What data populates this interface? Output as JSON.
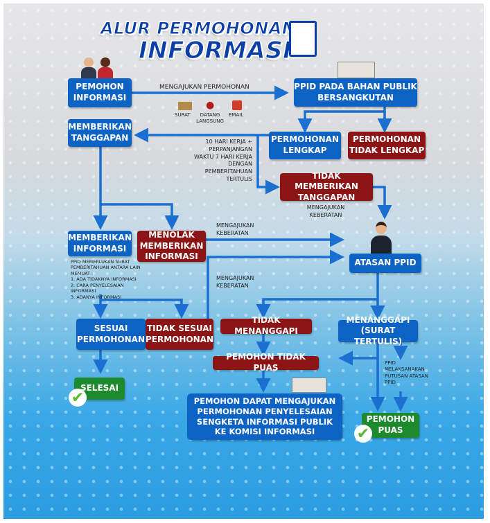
{
  "title": {
    "line1": "ALUR PERMOHONAN",
    "line2": "INFORMASI"
  },
  "nodes": {
    "pemohon_informasi": "PEMOHON INFORMASI",
    "ppid": "PPID PADA BAHAN PUBLIK BERSANGKUTAN",
    "memberikan_tanggapan": "MEMBERIKAN TANGGAPAN",
    "permohonan_lengkap": "PERMOHONAN LENGKAP",
    "permohonan_tidak_lengkap": "PERMOHONAN TIDAK LENGKAP",
    "tidak_memberikan_tanggapan": "TIDAK MEMBERIKAN TANGGAPAN",
    "memberikan_informasi": "MEMBERIKAN INFORMASI",
    "menolak": "MENOLAK MEMBERIKAN INFORMASI",
    "atasan_ppid": "ATASAN PPID",
    "sesuai": "SESUAI PERMOHONAN",
    "tidak_sesuai": "TIDAK SESUAI PERMOHONAN",
    "tidak_menanggapi": "TIDAK MENANGGAPI",
    "menanggapi": "MENANGGAPI (SURAT TERTULIS)",
    "tidak_puas": "PEMOHON TIDAK PUAS",
    "selesai": "SELESAI",
    "komisi": "PEMOHON DAPAT MENGAJUKAN PERMOHONAN PENYELESAIAN SENGKETA INFORMASI PUBLIK KE KOMISI INFORMASI",
    "puas": "PEMOHON PUAS"
  },
  "labels": {
    "mengajukan_permohonan": "MENGAJUKAN PERMOHONAN",
    "surat": "SURAT",
    "datang": "DATANG LANGSUNG",
    "email": "EMAIL",
    "waktu": "10 HARI KERJA + PERPANJANGAN WAKTU 7 HARI KERJA DENGAN PEMBERITAHUAN TERTULIS",
    "keberatan1": "MENGAJUKAN KEBERATAN",
    "keberatan2": "MENGAJUKAN KEBERATAN",
    "keberatan3": "MENGAJUKAN KEBERATAN",
    "ppid_note": "PPID MEMERLUKAN SURAT PEMBERITAHUAN ANTARA LAIN MEMUAT :",
    "note_items": [
      "1. ADA TIDAKNYA INFORMASI",
      "2. CARA PENYELESAIAN INFORMASI",
      "3. ADANYA INFORMASI"
    ],
    "melaksanakan": "PPID MELAKSANAKAN PUTUSAN ATASAN PPID"
  },
  "colors": {
    "blue": "#0d63c4",
    "red": "#8c1414",
    "green": "#1d8a2e",
    "arrow": "#1a6fd1"
  }
}
